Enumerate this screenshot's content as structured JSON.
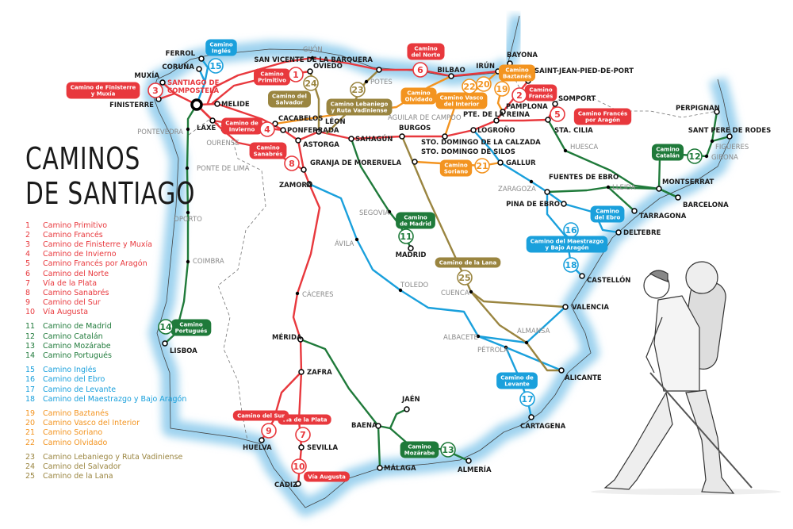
{
  "title": {
    "line1": "CAMINOS",
    "line2": "DE SANTIAGO"
  },
  "colors": {
    "red": "#e8383d",
    "green": "#1f7a3a",
    "blue": "#1aa0dc",
    "orange": "#f39420",
    "olive": "#9a8540",
    "sea": "#9fd3ef"
  },
  "legend": [
    {
      "color": "red",
      "items": [
        {
          "num": "1",
          "name": "Camino Primitivo"
        },
        {
          "num": "2",
          "name": "Camino Francés"
        },
        {
          "num": "3",
          "name": "Camino de Finisterre y Muxía"
        },
        {
          "num": "4",
          "name": "Camino de Invierno"
        },
        {
          "num": "5",
          "name": "Camino Francés por Aragón"
        },
        {
          "num": "6",
          "name": "Camino del Norte"
        },
        {
          "num": "7",
          "name": "Vía de la Plata"
        },
        {
          "num": "8",
          "name": "Camino Sanabrés"
        },
        {
          "num": "9",
          "name": "Camino del Sur"
        },
        {
          "num": "10",
          "name": "Vía Augusta"
        }
      ]
    },
    {
      "color": "green",
      "items": [
        {
          "num": "11",
          "name": "Camino de Madrid"
        },
        {
          "num": "12",
          "name": "Camino Catalán"
        },
        {
          "num": "13",
          "name": "Camino Mozárabe"
        },
        {
          "num": "14",
          "name": "Camino Portugués"
        }
      ]
    },
    {
      "color": "blue",
      "items": [
        {
          "num": "15",
          "name": "Camino Inglés"
        },
        {
          "num": "16",
          "name": "Camino del Ebro"
        },
        {
          "num": "17",
          "name": "Camino de Levante"
        },
        {
          "num": "18",
          "name": "Camino del Maestrazgo y Bajo Aragón"
        }
      ]
    },
    {
      "color": "orange",
      "items": [
        {
          "num": "19",
          "name": "Camino Baztanés"
        },
        {
          "num": "20",
          "name": "Camino Vasco del Interior"
        },
        {
          "num": "21",
          "name": "Camino Soriano"
        },
        {
          "num": "22",
          "name": "Camino Olvidado"
        }
      ]
    },
    {
      "color": "olive",
      "items": [
        {
          "num": "23",
          "name": "Camino Lebaniego y Ruta Vadiniense"
        },
        {
          "num": "24",
          "name": "Camino del Salvador"
        },
        {
          "num": "25",
          "name": "Camino de la Lana"
        }
      ]
    }
  ],
  "route_labels": [
    {
      "num": "1",
      "lines": [
        "Camino",
        "Primitivo"
      ],
      "color": "red"
    },
    {
      "num": "2",
      "lines": [
        "Camino",
        "Francés"
      ],
      "color": "red"
    },
    {
      "num": "3",
      "lines": [
        "Camino de Finisterre",
        "y Muxía"
      ],
      "color": "red"
    },
    {
      "num": "4",
      "lines": [
        "Camino de",
        "Invierno"
      ],
      "color": "red"
    },
    {
      "num": "5",
      "lines": [
        "Camino Francés",
        "por Aragón"
      ],
      "color": "red"
    },
    {
      "num": "6",
      "lines": [
        "Camino",
        "del Norte"
      ],
      "color": "red"
    },
    {
      "num": "7",
      "lines": [
        "Vía de la Plata"
      ],
      "color": "red"
    },
    {
      "num": "8",
      "lines": [
        "Camino",
        "Sanabrés"
      ],
      "color": "red"
    },
    {
      "num": "9",
      "lines": [
        "Camino del Sur"
      ],
      "color": "red"
    },
    {
      "num": "10",
      "lines": [
        "Vía Augusta"
      ],
      "color": "red"
    },
    {
      "num": "11",
      "lines": [
        "Camino",
        "de Madrid"
      ],
      "color": "green"
    },
    {
      "num": "12",
      "lines": [
        "Camino",
        "Catalán"
      ],
      "color": "green"
    },
    {
      "num": "13",
      "lines": [
        "Camino",
        "Mozárabe"
      ],
      "color": "green"
    },
    {
      "num": "14",
      "lines": [
        "Camino",
        "Portugués"
      ],
      "color": "green"
    },
    {
      "num": "15",
      "lines": [
        "Camino",
        "Inglés"
      ],
      "color": "blue"
    },
    {
      "num": "16",
      "lines": [
        "Camino",
        "del Ebro"
      ],
      "color": "blue"
    },
    {
      "num": "17",
      "lines": [
        "Camino de",
        "Levante"
      ],
      "color": "blue"
    },
    {
      "num": "18",
      "lines": [
        "Camino del Maestrazgo",
        "y Bajo Aragón"
      ],
      "color": "blue"
    },
    {
      "num": "19",
      "lines": [
        "Camino",
        "Baztanés"
      ],
      "color": "orange"
    },
    {
      "num": "20",
      "lines": [
        "Camino Vasco",
        "del Interior"
      ],
      "color": "orange"
    },
    {
      "num": "21",
      "lines": [
        "Camino",
        "Soriano"
      ],
      "color": "orange"
    },
    {
      "num": "22",
      "lines": [
        "Camino",
        "Olvidado"
      ],
      "color": "orange"
    },
    {
      "num": "23",
      "lines": [
        "Camino Lebaniego",
        "y Ruta Vadiniense"
      ],
      "color": "olive"
    },
    {
      "num": "24",
      "lines": [
        "Camino del",
        "Salvador"
      ],
      "color": "olive"
    },
    {
      "num": "25",
      "lines": [
        "Camino de la Lana"
      ],
      "color": "olive"
    }
  ],
  "cities": [
    {
      "name": "SANTIAGO DE COMPOSTELA",
      "type": "main"
    },
    {
      "name": "FERROL",
      "type": "stop"
    },
    {
      "name": "CORUÑA",
      "type": "stop"
    },
    {
      "name": "MUXÍA",
      "type": "stop"
    },
    {
      "name": "FINISTERRE",
      "type": "stop"
    },
    {
      "name": "MELIDE",
      "type": "stop"
    },
    {
      "name": "LAXE",
      "type": "stop"
    },
    {
      "name": "OURENSE",
      "type": "minor"
    },
    {
      "name": "PONTEVEDRA",
      "type": "minor"
    },
    {
      "name": "CACABELOS",
      "type": "stop"
    },
    {
      "name": "PONFERRADA",
      "type": "stop"
    },
    {
      "name": "ASTORGA",
      "type": "stop"
    },
    {
      "name": "LÉON",
      "type": "stop"
    },
    {
      "name": "SAHAGÚN",
      "type": "stop"
    },
    {
      "name": "BURGOS",
      "type": "stop"
    },
    {
      "name": "OVIEDO",
      "type": "stop"
    },
    {
      "name": "GIJÓN",
      "type": "minor"
    },
    {
      "name": "SAN VICENTE DE LA BARQUERA",
      "type": "stop"
    },
    {
      "name": "POTES",
      "type": "minor"
    },
    {
      "name": "AGUILAR DE CAMPOO",
      "type": "minor"
    },
    {
      "name": "GRANJA DE MORERUELA",
      "type": "stop"
    },
    {
      "name": "ZAMORA",
      "type": "stop"
    },
    {
      "name": "STO. DOMINGO DE SILOS",
      "type": "stop"
    },
    {
      "name": "STO. DOMINGO DE LA CALZADA",
      "type": "stop"
    },
    {
      "name": "LOGROÑO",
      "type": "stop"
    },
    {
      "name": "PTE. DE LA REINA",
      "type": "stop"
    },
    {
      "name": "PAMPLONA",
      "type": "stop"
    },
    {
      "name": "BILBAO",
      "type": "stop"
    },
    {
      "name": "IRÚN",
      "type": "stop"
    },
    {
      "name": "BAYONA",
      "type": "stop"
    },
    {
      "name": "SAINT-JEAN-PIED-DE-PORT",
      "type": "stop"
    },
    {
      "name": "SOMPORT",
      "type": "stop"
    },
    {
      "name": "STA. CILIA",
      "type": "stop"
    },
    {
      "name": "GALLUR",
      "type": "stop"
    },
    {
      "name": "HUESCA",
      "type": "minor"
    },
    {
      "name": "ZARAGOZA",
      "type": "minor"
    },
    {
      "name": "FUENTES DE EBRO",
      "type": "stop"
    },
    {
      "name": "PINA DE EBRO",
      "type": "stop"
    },
    {
      "name": "LLEIDA",
      "type": "minor"
    },
    {
      "name": "MONTSERRAT",
      "type": "stop"
    },
    {
      "name": "BARCELONA",
      "type": "stop"
    },
    {
      "name": "TARRAGONA",
      "type": "stop"
    },
    {
      "name": "GIRONA",
      "type": "minor"
    },
    {
      "name": "FIGUERES",
      "type": "minor"
    },
    {
      "name": "PERPIGNAN",
      "type": "stop"
    },
    {
      "name": "SANT PERE DE RODES",
      "type": "stop"
    },
    {
      "name": "DELTEBRE",
      "type": "stop"
    },
    {
      "name": "CASTELLÓN",
      "type": "stop"
    },
    {
      "name": "VALENCIA",
      "type": "stop"
    },
    {
      "name": "SEGOVIA",
      "type": "minor"
    },
    {
      "name": "ÁVILA",
      "type": "minor"
    },
    {
      "name": "MADRID",
      "type": "stop"
    },
    {
      "name": "TOLEDO",
      "type": "minor"
    },
    {
      "name": "CUENCA",
      "type": "minor"
    },
    {
      "name": "ALBACETE",
      "type": "minor"
    },
    {
      "name": "ALMANSA",
      "type": "minor"
    },
    {
      "name": "PÉTROLA",
      "type": "minor"
    },
    {
      "name": "ALICANTE",
      "type": "stop"
    },
    {
      "name": "CARTAGENA",
      "type": "stop"
    },
    {
      "name": "CÁCERES",
      "type": "minor"
    },
    {
      "name": "MÉRIDA",
      "type": "stop"
    },
    {
      "name": "ZAFRA",
      "type": "stop"
    },
    {
      "name": "HUELVA",
      "type": "stop"
    },
    {
      "name": "SEVILLA",
      "type": "stop"
    },
    {
      "name": "CÁDIZ",
      "type": "stop"
    },
    {
      "name": "BAENA",
      "type": "stop"
    },
    {
      "name": "JAÉN",
      "type": "stop"
    },
    {
      "name": "MÁLAGA",
      "type": "stop"
    },
    {
      "name": "ALMERÍA",
      "type": "stop"
    },
    {
      "name": "PONTE DE LIMA",
      "type": "minor"
    },
    {
      "name": "OPORTO",
      "type": "minor"
    },
    {
      "name": "COIMBRA",
      "type": "minor"
    },
    {
      "name": "LISBOA",
      "type": "stop"
    }
  ]
}
